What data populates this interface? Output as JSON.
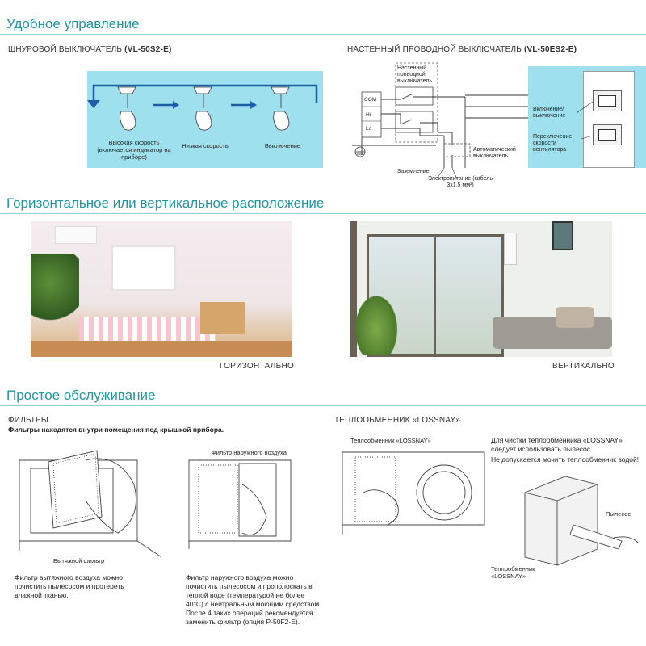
{
  "sections": {
    "control": "Удобное управление",
    "placement": "Горизонтальное или вертикальное расположение",
    "maintenance": "Простое обслуживание"
  },
  "cord_switch": {
    "title": "ШНУРОВОЙ ВЫКЛЮЧАТЕЛЬ ",
    "model": "(VL-50S2-E)",
    "steps": [
      "Высокая скорость (включается индикатор на приборе)",
      "Низкая скорость",
      "Выключение"
    ]
  },
  "wall_switch": {
    "title": "НАСТЕННЫЙ ПРОВОДНОЙ ВЫКЛЮЧАТЕЛЬ ",
    "model": "(VL-50ES2-E)",
    "wall_box_label": "Настенный проводной выключатель",
    "terminals": [
      "COM",
      "Hi",
      "Lo"
    ],
    "auto_switch": "Автоматический выключатель",
    "ground": "Заземление",
    "power": "Электропитание (кабель 3x1,5 мм²)",
    "btn_on_off": "Включение/ выключение",
    "btn_speed": "Переключение скорости вентилятора"
  },
  "placement": {
    "horizontal": "ГОРИЗОНТАЛЬНО",
    "vertical": "ВЕРТИКАЛЬНО"
  },
  "filters": {
    "title": "ФИЛЬТРЫ",
    "subtitle": "Фильтры находятся внутри помещения под крышкой прибора.",
    "exhaust_label": "Вытяжной фильтр",
    "outdoor_label": "Фильтр наружного воздуха",
    "exhaust_note": "Фильтр вытяжного воздуха можно почистить пылесосом и протереть влажной тканью.",
    "outdoor_note": "Фильтр наружного воздуха можно почистить пылесосом и прополоскать в теплой воде (температурой не более 40°С) с нейтральным моющим средством. После 4 таких операций рекомендуется заменить фильтр (опция P-50F2-E)."
  },
  "exchanger": {
    "title": "ТЕПЛООБМЕННИК «LOSSNAY»",
    "label": "Теплообменник «LOSSNAY»",
    "note1": "Для чистки теплообменника «LOSSNAY» следует использовать пылесос.",
    "note2": "Не допускается мочить теплообменник водой!",
    "vacuum": "Пылесос",
    "exchanger_label2": "Теплообменник «LOSSNAY»"
  }
}
